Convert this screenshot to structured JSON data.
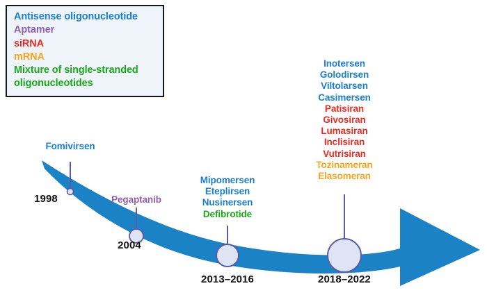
{
  "colors": {
    "antisense_blue": "#1b7fd0",
    "aptamer_purple": "#8e5fb5",
    "sirna_red": "#ee2a23",
    "mrna_orange": "#f9a41b",
    "mixture_green": "#18a818",
    "band_blue": "#1b82c6",
    "node_fill": "#dfe4f5",
    "node_stroke": "#5a5aa8",
    "connector": "#5a5aa8",
    "year_black": "#111318",
    "legend_border": "#14161c",
    "legend_bg": "#eef4fa"
  },
  "legend": {
    "name": "oligonucleotide-therapeutic-classes",
    "items": [
      {
        "label": "Antisense oligonucleotide",
        "color_key": "antisense_blue"
      },
      {
        "label": "Aptamer",
        "color_key": "aptamer_purple"
      },
      {
        "label": "siRNA",
        "color_key": "sirna_red"
      },
      {
        "label": "mRNA",
        "color_key": "mrna_orange"
      },
      {
        "label": "Mixture of single-stranded\noligonucleotides",
        "color_key": "mixture_green"
      }
    ]
  },
  "timeline": {
    "nodes": [
      {
        "id": "node-1998",
        "year": "1998",
        "drugs": [
          {
            "name": "Fomivirsen",
            "color_key": "antisense_blue"
          }
        ]
      },
      {
        "id": "node-2004",
        "year": "2004",
        "drugs": [
          {
            "name": "Pegaptanib",
            "color_key": "aptamer_purple"
          }
        ]
      },
      {
        "id": "node-2013-2016",
        "year": "2013–2016",
        "drugs": [
          {
            "name": "Mipomersen",
            "color_key": "antisense_blue"
          },
          {
            "name": "Eteplirsen",
            "color_key": "antisense_blue"
          },
          {
            "name": "Nusinersen",
            "color_key": "antisense_blue"
          },
          {
            "name": "Defibrotide",
            "color_key": "mixture_green"
          }
        ]
      },
      {
        "id": "node-2018-2022",
        "year": "2018–2022",
        "drugs": [
          {
            "name": "Inotersen",
            "color_key": "antisense_blue"
          },
          {
            "name": "Golodirsen",
            "color_key": "antisense_blue"
          },
          {
            "name": "Viltolarsen",
            "color_key": "antisense_blue"
          },
          {
            "name": "Casimersen",
            "color_key": "antisense_blue"
          },
          {
            "name": "Patisiran",
            "color_key": "sirna_red"
          },
          {
            "name": "Givosiran",
            "color_key": "sirna_red"
          },
          {
            "name": "Lumasiran",
            "color_key": "sirna_red"
          },
          {
            "name": "Inclisiran",
            "color_key": "sirna_red"
          },
          {
            "name": "Vutrisiran",
            "color_key": "sirna_red"
          },
          {
            "name": "Tozinameran",
            "color_key": "mrna_orange"
          },
          {
            "name": "Elasomeran",
            "color_key": "mrna_orange"
          }
        ]
      }
    ]
  }
}
